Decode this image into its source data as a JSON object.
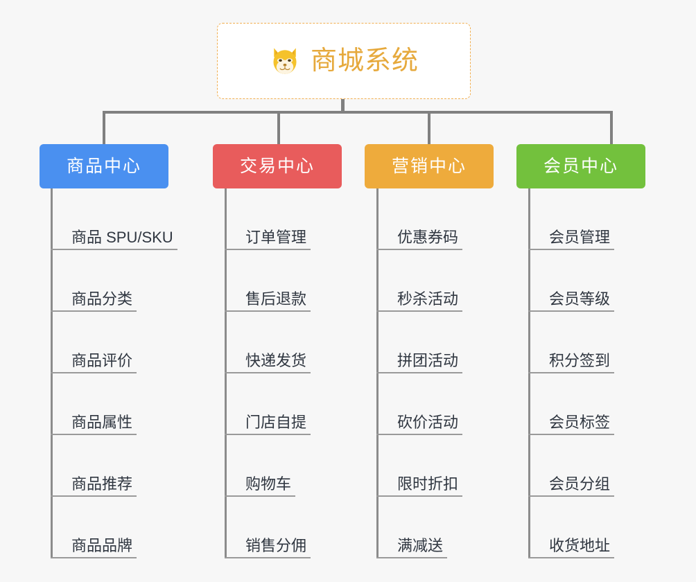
{
  "diagram": {
    "type": "org-chart",
    "background_color": "#f7f7f7",
    "connector_color": "#808080",
    "root": {
      "title": "商城系统",
      "icon": "shiba-dog-face-icon",
      "text_color": "#e6a93c",
      "border_color": "#f0ad4e",
      "background_color": "#ffffff"
    },
    "branches": [
      {
        "label": "商品中心",
        "color": "#4a90f0",
        "items": [
          "商品 SPU/SKU",
          "商品分类",
          "商品评价",
          "商品属性",
          "商品推荐",
          "商品品牌"
        ]
      },
      {
        "label": "交易中心",
        "color": "#e85c5c",
        "items": [
          "订单管理",
          "售后退款",
          "快递发货",
          "门店自提",
          "购物车",
          "销售分佣"
        ]
      },
      {
        "label": "营销中心",
        "color": "#eeab3c",
        "items": [
          "优惠券码",
          "秒杀活动",
          "拼团活动",
          "砍价活动",
          "限时折扣",
          "满减送"
        ]
      },
      {
        "label": "会员中心",
        "color": "#73c13d",
        "items": [
          "会员管理",
          "会员等级",
          "积分签到",
          "会员标签",
          "会员分组",
          "收货地址"
        ]
      }
    ]
  }
}
